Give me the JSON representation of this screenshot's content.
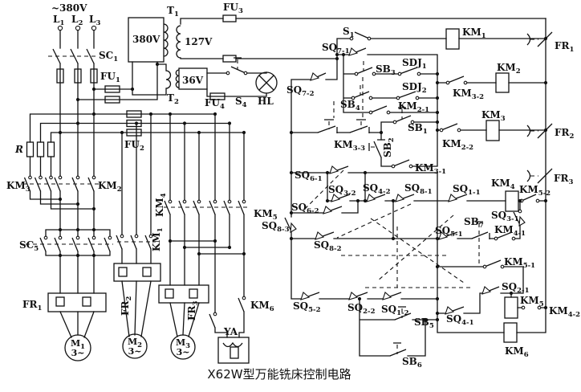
{
  "caption": "X62W型万能铣床控制电路",
  "power": {
    "supply": "~380V",
    "l1": "L1",
    "l2": "L2",
    "l3": "L3",
    "sc1": "SC1",
    "fu1": "FU1",
    "fu2": "FU2",
    "r": "R",
    "km3_bank": "KM3",
    "km2_bank": "KM2",
    "sc5": "SC5",
    "fr1": "FR1",
    "fr2": "FR2",
    "fr3": "FR3",
    "km1_bank": "KM1",
    "km4_bank": "KM4",
    "km5_bank": "KM5",
    "km6_contact": "KM6",
    "sq8_3": "SQ8-3",
    "m1": "M1",
    "m2": "M2",
    "m3": "M3",
    "phase": "3~",
    "ya": "YA"
  },
  "transformer": {
    "t1": "T1",
    "primary": "380V",
    "secondary": "127V",
    "fu3": "FU3",
    "t2": "T2",
    "lamp_v": "36V",
    "fu4": "FU4",
    "s4": "S4",
    "hl": "HL"
  },
  "control": {
    "s1": "S1",
    "km1": "KM1",
    "fr1": "FR1",
    "sq7_1": "SQ7-1",
    "km2": "KM2",
    "km3_2": "KM3-2",
    "sq7_2": "SQ7-2",
    "sb3": "SB3",
    "sdj1": "SDJ1",
    "sb4": "SB4",
    "sdj2": "SDJ2",
    "km2_1": "KM2-1",
    "km3_3": "KM3-3",
    "sb1": "SB1",
    "sb2": "SB2",
    "km3_1": "KM3-1",
    "km2_2": "KM2-2",
    "km3": "KM3",
    "fr2": "FR2",
    "sq6_1": "SQ6-1",
    "sq3_2": "SQ3-2",
    "sq4_2": "SQ4-2",
    "sq8_1": "SQ8-1",
    "sq1_1": "SQ1-1",
    "km4": "KM4",
    "km5_2": "KM5-2",
    "fr3": "FR3",
    "sq3_1": "SQ3-1",
    "sq6_2": "SQ6-2",
    "sq8_2": "SQ8-2",
    "sq5_1": "SQ5-1",
    "sb7": "SB7",
    "km4_1": "KM4-1",
    "km5_1": "KM5-1",
    "sq2_1": "SQ2-1",
    "km5": "KM5",
    "km4_2": "KM4-2",
    "sq5_2": "SQ5-2",
    "sq2_2": "SQ2-2",
    "sq1_2": "SQ1-2",
    "sq4_1": "SQ4-1",
    "sb5": "SB5",
    "sb6": "SB6",
    "km6": "KM6"
  }
}
